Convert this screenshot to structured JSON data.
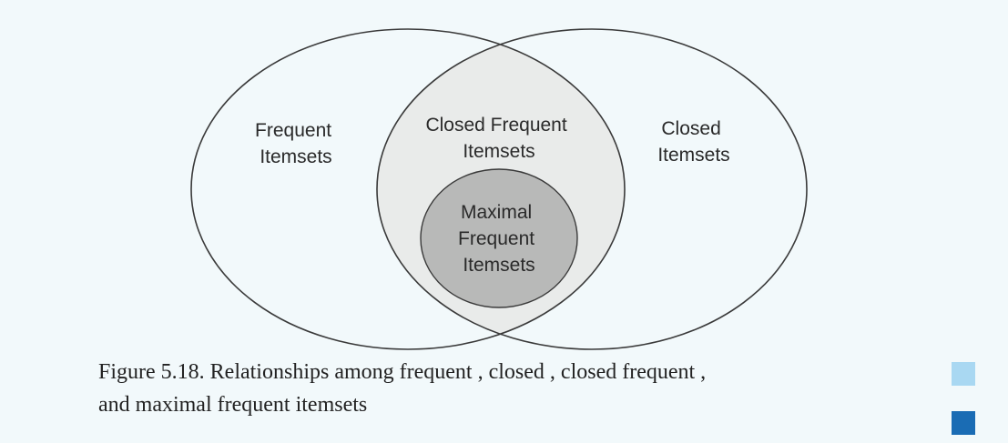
{
  "diagram": {
    "frequent_label": [
      "Frequent",
      "Itemsets"
    ],
    "closed_label": [
      "Closed",
      "Itemsets"
    ],
    "closed_frequent_label": [
      "Closed Frequent",
      "Itemsets"
    ],
    "maximal_label": [
      "Maximal",
      "Frequent",
      "Itemsets"
    ]
  },
  "caption": {
    "line1": "Figure 5.18. Relationships among frequent , closed , closed frequent ,",
    "line2": "and maximal frequent itemsets"
  },
  "colors": {
    "background": "#f2f9fb",
    "outline": "#3a3a3a",
    "intersection_fill": "#e9ebea",
    "maximal_fill": "#b8b9b8",
    "nav_light": "#a9d8f2",
    "nav_dark": "#1a6cb4"
  }
}
